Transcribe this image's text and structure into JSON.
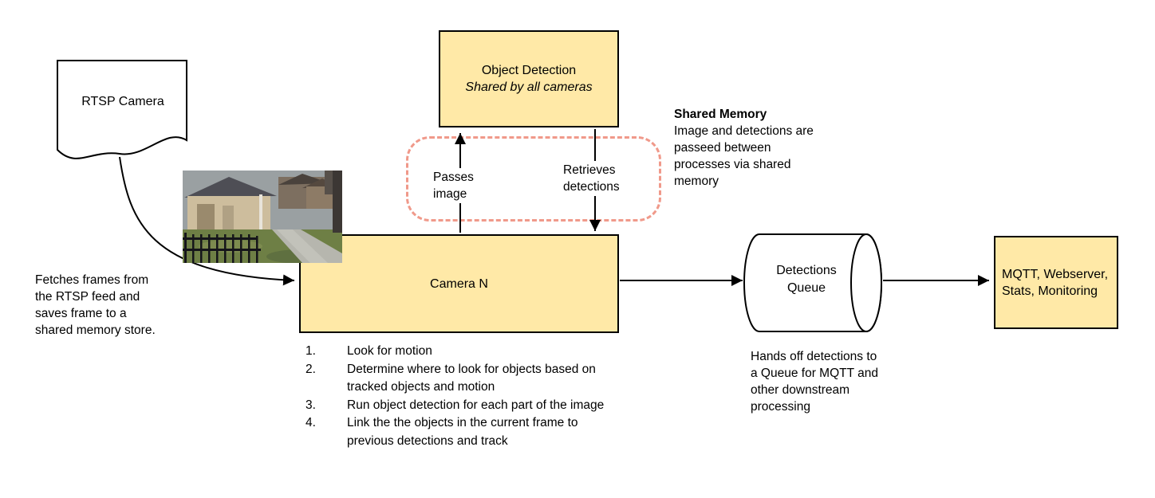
{
  "colors": {
    "box_fill": "#ffe9a7",
    "box_border": "#000000",
    "dashed_border": "#f0998a",
    "arrow_color": "#000000",
    "text_color": "#000000"
  },
  "nodes": {
    "rtsp_camera": "RTSP Camera",
    "object_detection_title": "Object Detection",
    "object_detection_subtitle": "Shared by all cameras",
    "camera_n": "Camera N",
    "detections_queue": "Detections Queue",
    "outputs": "MQTT, Webserver, Stats, Monitoring"
  },
  "labels": {
    "passes_image": "Passes image",
    "retrieves_detections": "Retrieves detections"
  },
  "notes": {
    "fetch": "Fetches frames from the RTSP feed and saves frame to a shared memory store.",
    "shared_memory_title": "Shared Memory",
    "shared_memory_body": "Image and detections are passeed between processes via shared memory",
    "queue_note": "Hands off detections to a Queue for MQTT and other downstream processing"
  },
  "camera_steps": [
    {
      "num": "1.",
      "text": "Look for motion"
    },
    {
      "num": "2.",
      "text": "Determine where to look for objects based on tracked objects and motion"
    },
    {
      "num": "3.",
      "text": "Run object detection for each part of the image"
    },
    {
      "num": "4.",
      "text": "Link the the objects in the current frame to previous detections and track"
    }
  ]
}
